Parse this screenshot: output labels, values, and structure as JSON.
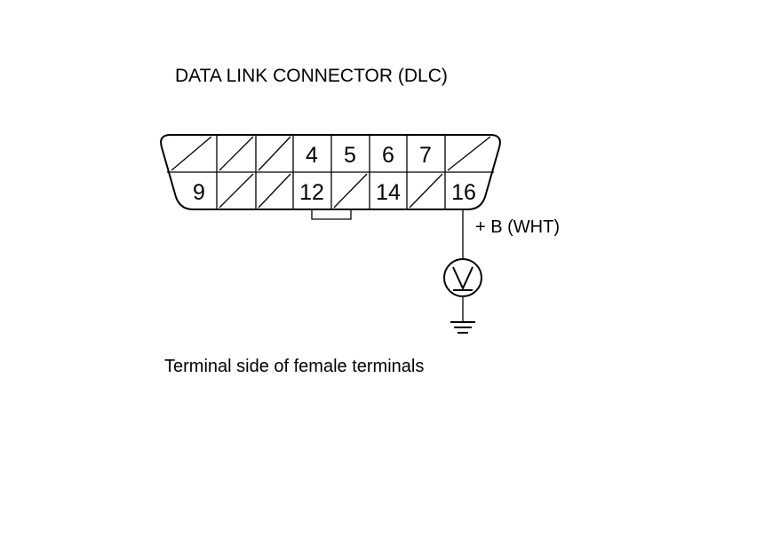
{
  "title": "DATA LINK CONNECTOR (DLC)",
  "top_row_pins": [
    "4",
    "5",
    "6",
    "7"
  ],
  "bottom_row_pins": [
    "9",
    "12",
    "14",
    "16"
  ],
  "wire_label": "+ B (WHT)",
  "meter_icon": "voltmeter-icon",
  "ground_icon": "ground-icon",
  "caption": "Terminal side of female terminals"
}
